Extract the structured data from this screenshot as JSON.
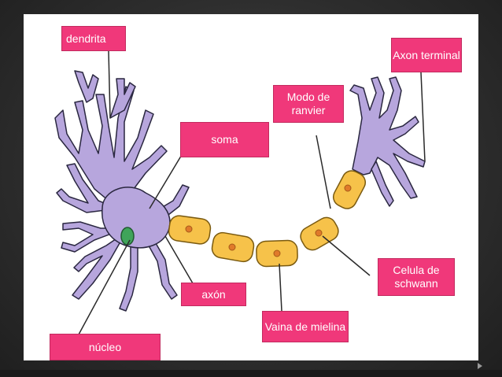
{
  "labels": {
    "dendrita": "dendrita",
    "axon_terminal": "Axon terminal",
    "nodo_ranvier": "Modo de ranvier",
    "soma": "soma",
    "axon": "axón",
    "celula_schwann": "Celula de schwann",
    "vaina_mielina": "Vaina de mielina",
    "nucleo": "núcleo"
  },
  "colors": {
    "label_background": "#f0387a",
    "neuron_body": "#b7a6dd",
    "neuron_outline": "#2a2740",
    "nucleus": "#3fa45a",
    "myelin": "#f6c24a",
    "myelin_nucleus": "#e07a2a"
  }
}
